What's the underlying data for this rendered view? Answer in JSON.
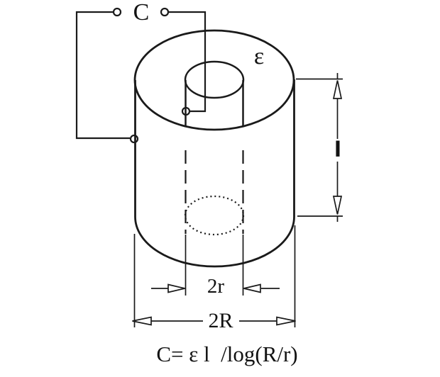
{
  "colors": {
    "background": "#ffffff",
    "line": "#1a1a1a",
    "text": "#121212"
  },
  "labels": {
    "capacitance": "C",
    "permittivity": "ε",
    "length": "l",
    "inner_diameter": "2r",
    "outer_diameter": "2R"
  },
  "formula": "C= ε l  /log(R/r)"
}
